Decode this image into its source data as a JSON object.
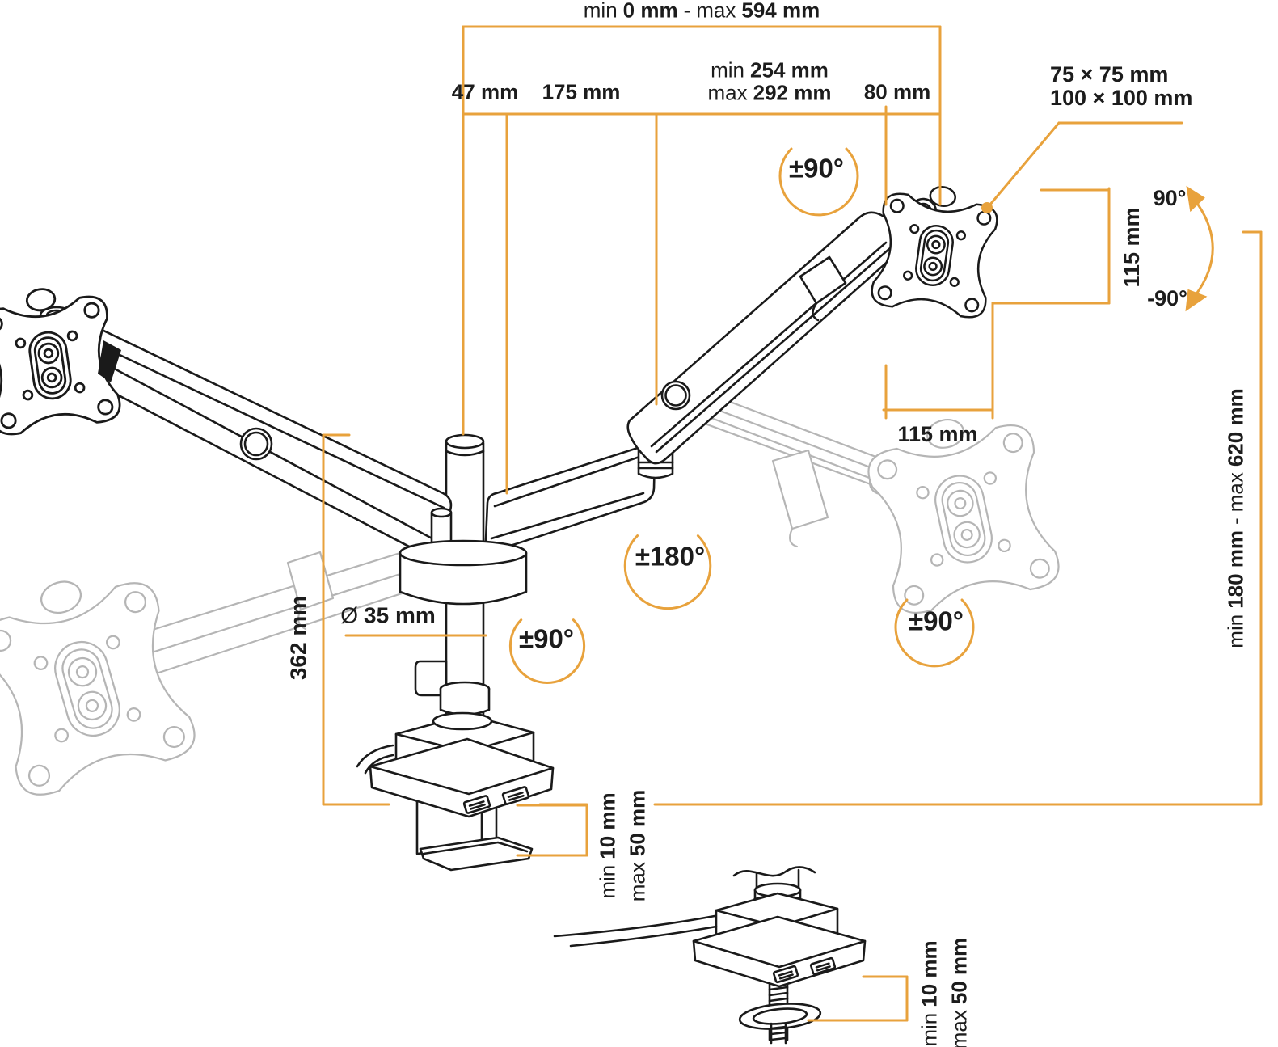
{
  "colors": {
    "accent": "#E8A23C",
    "ink": "#1C1C1C",
    "ghost": "#B5B5B5",
    "background": "#FFFFFF"
  },
  "labels": {
    "word_min": "min",
    "word_max": "max",
    "dash": "-",
    "top_min_value": "0 mm",
    "top_max_value": "594 mm",
    "seg_47": "47 mm",
    "seg_175": "175 mm",
    "seg_254_value": "254 mm",
    "seg_292_value": "292 mm",
    "seg_80": "80 mm",
    "vesa_small": "75 × 75 mm",
    "vesa_large": "100 × 100 mm",
    "tilt_up": "90°",
    "tilt_down": "-90°",
    "vesa_plate_height": "115 mm",
    "vesa_plate_width": "115 mm",
    "rotate_vesa": "±90°",
    "rotate_arm": "±180°",
    "rotate_pole": "±90°",
    "rotate_head": "±90°",
    "pole_height": "362 mm",
    "pole_diameter_symbol": "Ø",
    "pole_diameter_value": "35 mm",
    "height_min_value": "180 mm",
    "height_max_value": "620 mm",
    "thickness_min_value": "10 mm",
    "thickness_max_value": "50 mm"
  }
}
